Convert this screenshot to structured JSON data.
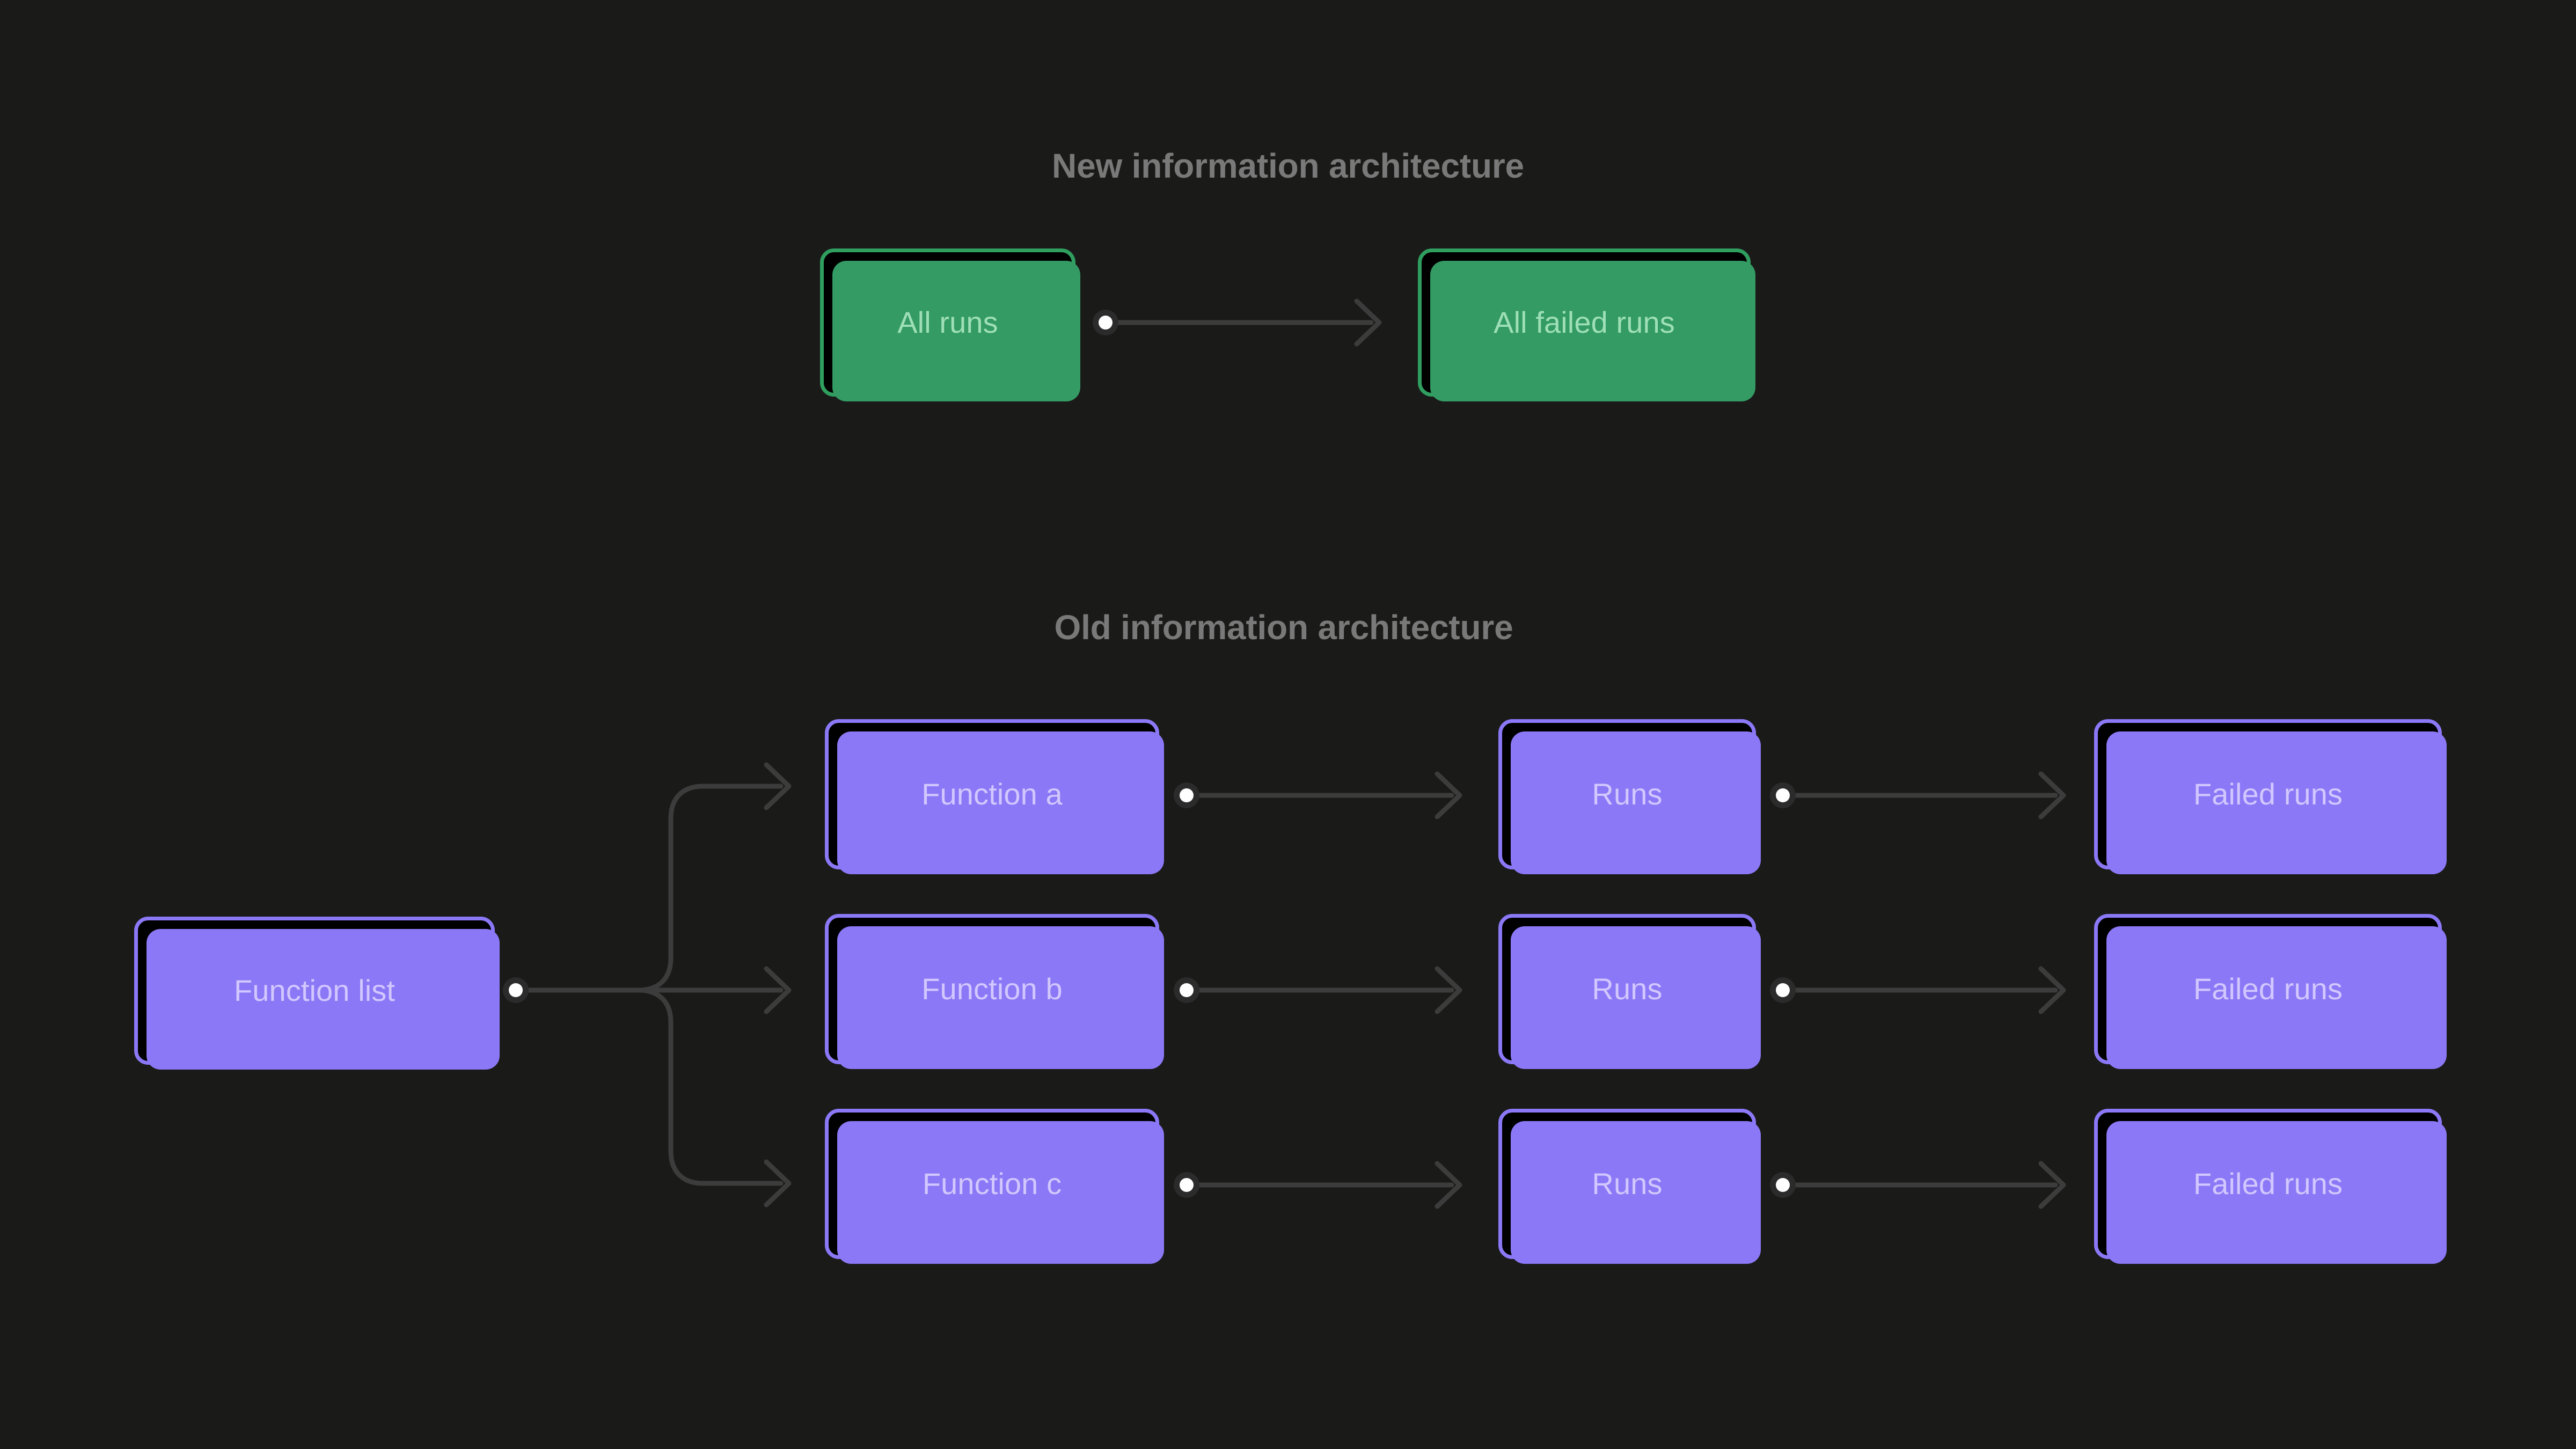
{
  "background_color": "#1a1a19",
  "sections": [
    {
      "id": "new",
      "title": "New information architecture",
      "accent_color": "#2f9e5f",
      "label_color": "#9fdfb8",
      "nodes": [
        {
          "id": "all-runs",
          "label": "All runs"
        },
        {
          "id": "all-failed-runs",
          "label": "All failed runs"
        }
      ],
      "edges": [
        {
          "from": "All runs",
          "to": "All failed runs"
        }
      ]
    },
    {
      "id": "old",
      "title": "Old information architecture",
      "accent_color": "#8b78f6",
      "label_color": "#d2c7ff",
      "nodes": [
        {
          "id": "function-list",
          "label": "Function list"
        },
        {
          "id": "function-a",
          "label": "Function a"
        },
        {
          "id": "function-b",
          "label": "Function b"
        },
        {
          "id": "function-c",
          "label": "Function c"
        },
        {
          "id": "runs-a",
          "label": "Runs"
        },
        {
          "id": "runs-b",
          "label": "Runs"
        },
        {
          "id": "runs-c",
          "label": "Runs"
        },
        {
          "id": "failed-runs-a",
          "label": "Failed runs"
        },
        {
          "id": "failed-runs-b",
          "label": "Failed runs"
        },
        {
          "id": "failed-runs-c",
          "label": "Failed runs"
        }
      ],
      "edges": [
        {
          "from": "Function list",
          "to": "Function a"
        },
        {
          "from": "Function list",
          "to": "Function b"
        },
        {
          "from": "Function list",
          "to": "Function c"
        },
        {
          "from": "Function a",
          "to": "Runs"
        },
        {
          "from": "Function b",
          "to": "Runs"
        },
        {
          "from": "Function c",
          "to": "Runs"
        },
        {
          "from": "Runs",
          "to": "Failed runs"
        },
        {
          "from": "Runs",
          "to": "Failed runs"
        },
        {
          "from": "Runs",
          "to": "Failed runs"
        }
      ]
    }
  ],
  "connector": {
    "line_color": "#3c3c3c",
    "source_dot_color": "#ffffff",
    "arrowhead": "chevron-right"
  }
}
